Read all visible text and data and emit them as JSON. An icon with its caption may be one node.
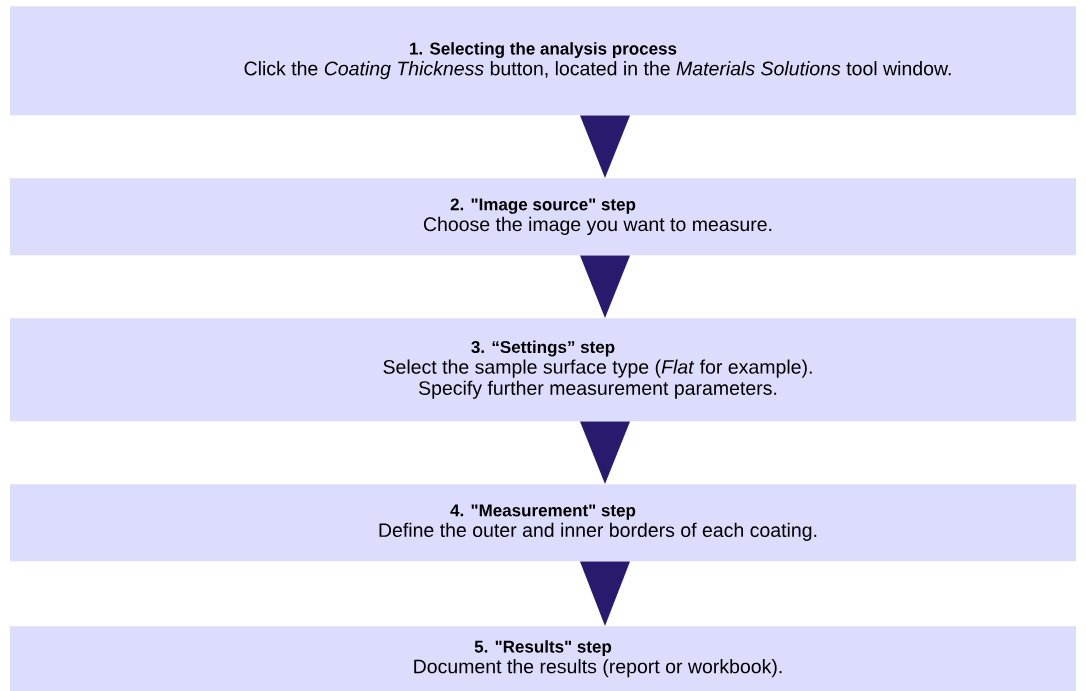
{
  "diagram": {
    "nodes": [
      {
        "text": [
          "1. Selecting the analysis process",
          "Click the *Coating Thickness* button, located in the *Materials Solutions* tool window."
        ]
      },
      {
        "text": [
          "2. \"Image source\" step",
          "Choose the image you want to measure."
        ]
      },
      {
        "text": [
          "3. “Settings” step",
          "Select the sample surface type (*Flat* for example).",
          "Specify further measurement parameters."
        ]
      },
      {
        "text": [
          "4. \"Measurement\" step",
          "Define the outer and inner borders of each coating."
        ]
      },
      {
        "text": [
          "5. \"Results\" step",
          "Document the results (report or workbook)."
        ]
      }
    ],
    "edges": [
      {
        "from": 0,
        "to": 1,
        "arrow": "to"
      },
      {
        "from": 1,
        "to": 2,
        "arrow": "to"
      },
      {
        "from": 2,
        "to": 3,
        "arrow": "to"
      },
      {
        "from": 3,
        "to": 4,
        "arrow": "to"
      }
    ]
  }
}
